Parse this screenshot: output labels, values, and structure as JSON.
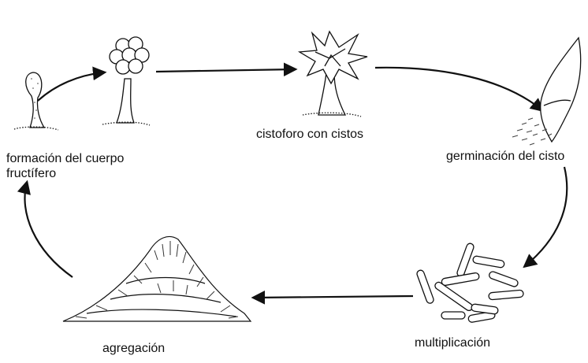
{
  "labels": {
    "formacion": "formación del cuerpo fructífero",
    "cistoforo": "cistoforo con cistos",
    "germinacion": "germinación del cisto",
    "multiplicacion": "multiplicación",
    "agregacion": "agregación"
  },
  "colors": {
    "ink": "#111111",
    "stipple": "#444444",
    "background": "#ffffff"
  }
}
